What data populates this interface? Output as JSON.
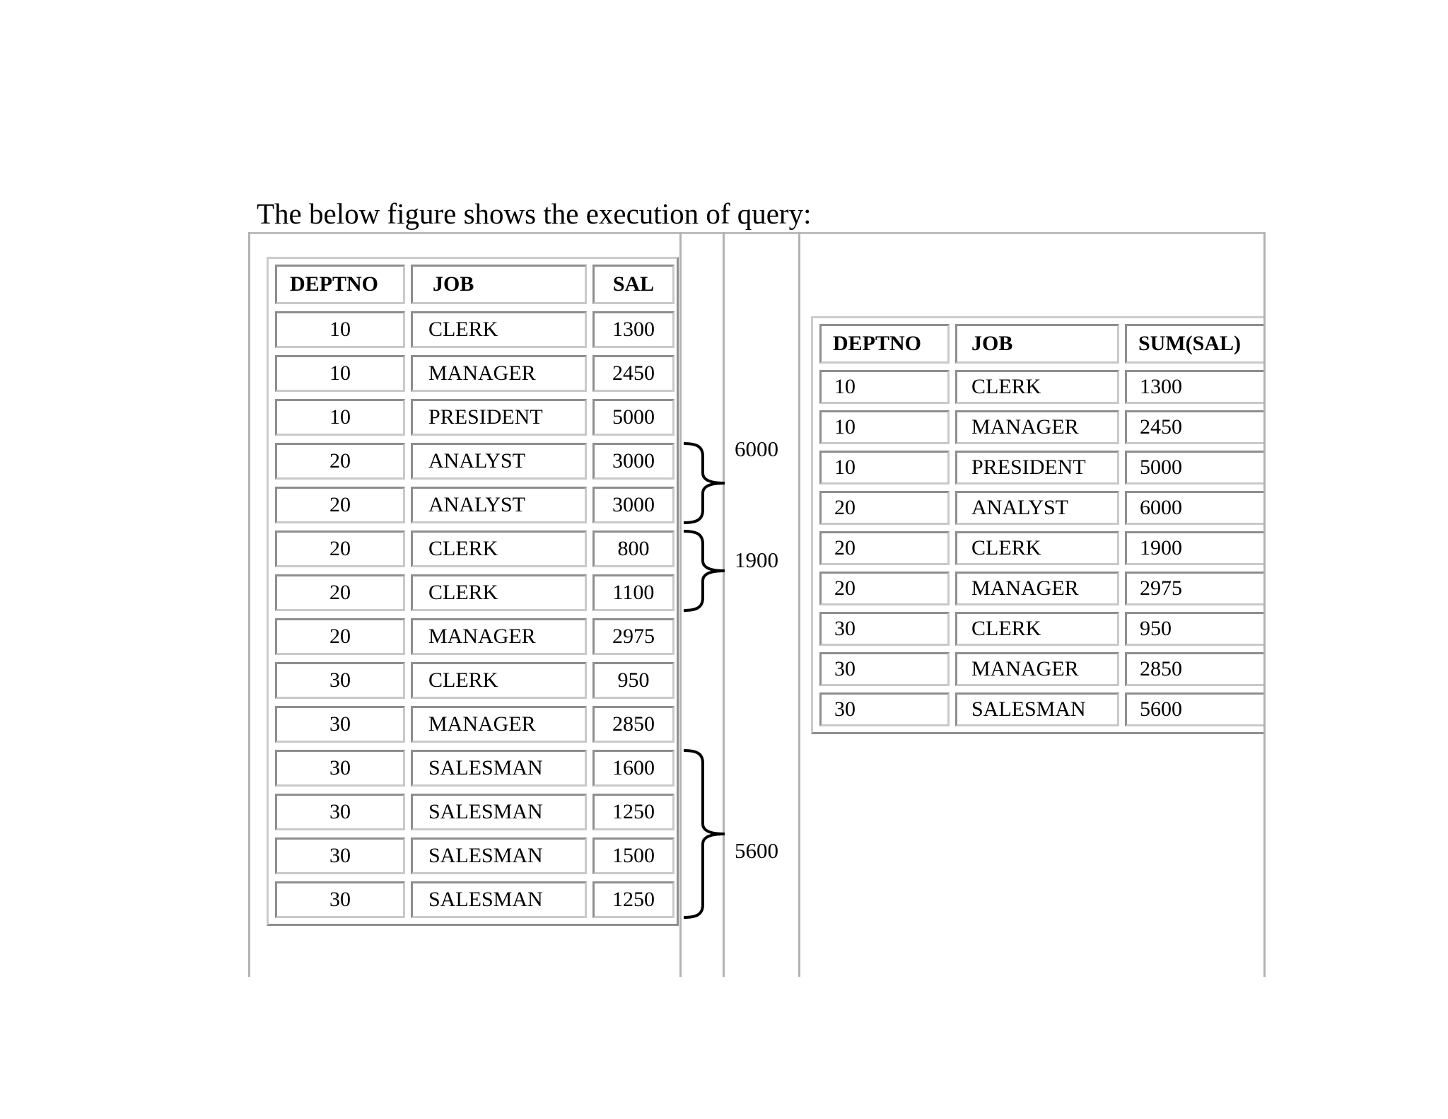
{
  "title": "The below figure shows the execution of query:",
  "source_table": {
    "headers": [
      "DEPTNO",
      "JOB",
      "SAL"
    ],
    "rows": [
      [
        "10",
        "CLERK",
        "1300"
      ],
      [
        "10",
        "MANAGER",
        "2450"
      ],
      [
        "10",
        "PRESIDENT",
        "5000"
      ],
      [
        "20",
        "ANALYST",
        "3000"
      ],
      [
        "20",
        "ANALYST",
        "3000"
      ],
      [
        "20",
        "CLERK",
        "800"
      ],
      [
        "20",
        "CLERK",
        "1100"
      ],
      [
        "20",
        "MANAGER",
        "2975"
      ],
      [
        "30",
        "CLERK",
        "950"
      ],
      [
        "30",
        "MANAGER",
        "2850"
      ],
      [
        "30",
        "SALESMAN",
        "1600"
      ],
      [
        "30",
        "SALESMAN",
        "1250"
      ],
      [
        "30",
        "SALESMAN",
        "1500"
      ],
      [
        "30",
        "SALESMAN",
        "1250"
      ]
    ]
  },
  "groups": [
    {
      "sum": "6000",
      "first_row": 4,
      "last_row": 5
    },
    {
      "sum": "1900",
      "first_row": 6,
      "last_row": 7
    },
    {
      "sum": "5600",
      "first_row": 11,
      "last_row": 14
    }
  ],
  "result_table": {
    "headers": [
      "DEPTNO",
      "JOB",
      "SUM(SAL)"
    ],
    "rows": [
      [
        "10",
        "CLERK",
        "1300"
      ],
      [
        "10",
        "MANAGER",
        "2450"
      ],
      [
        "10",
        "PRESIDENT",
        "5000"
      ],
      [
        "20",
        "ANALYST",
        "6000"
      ],
      [
        "20",
        "CLERK",
        "1900"
      ],
      [
        "20",
        "MANAGER",
        "2975"
      ],
      [
        "30",
        "CLERK",
        "950"
      ],
      [
        "30",
        "MANAGER",
        "2850"
      ],
      [
        "30",
        "SALESMAN",
        "5600"
      ]
    ]
  }
}
